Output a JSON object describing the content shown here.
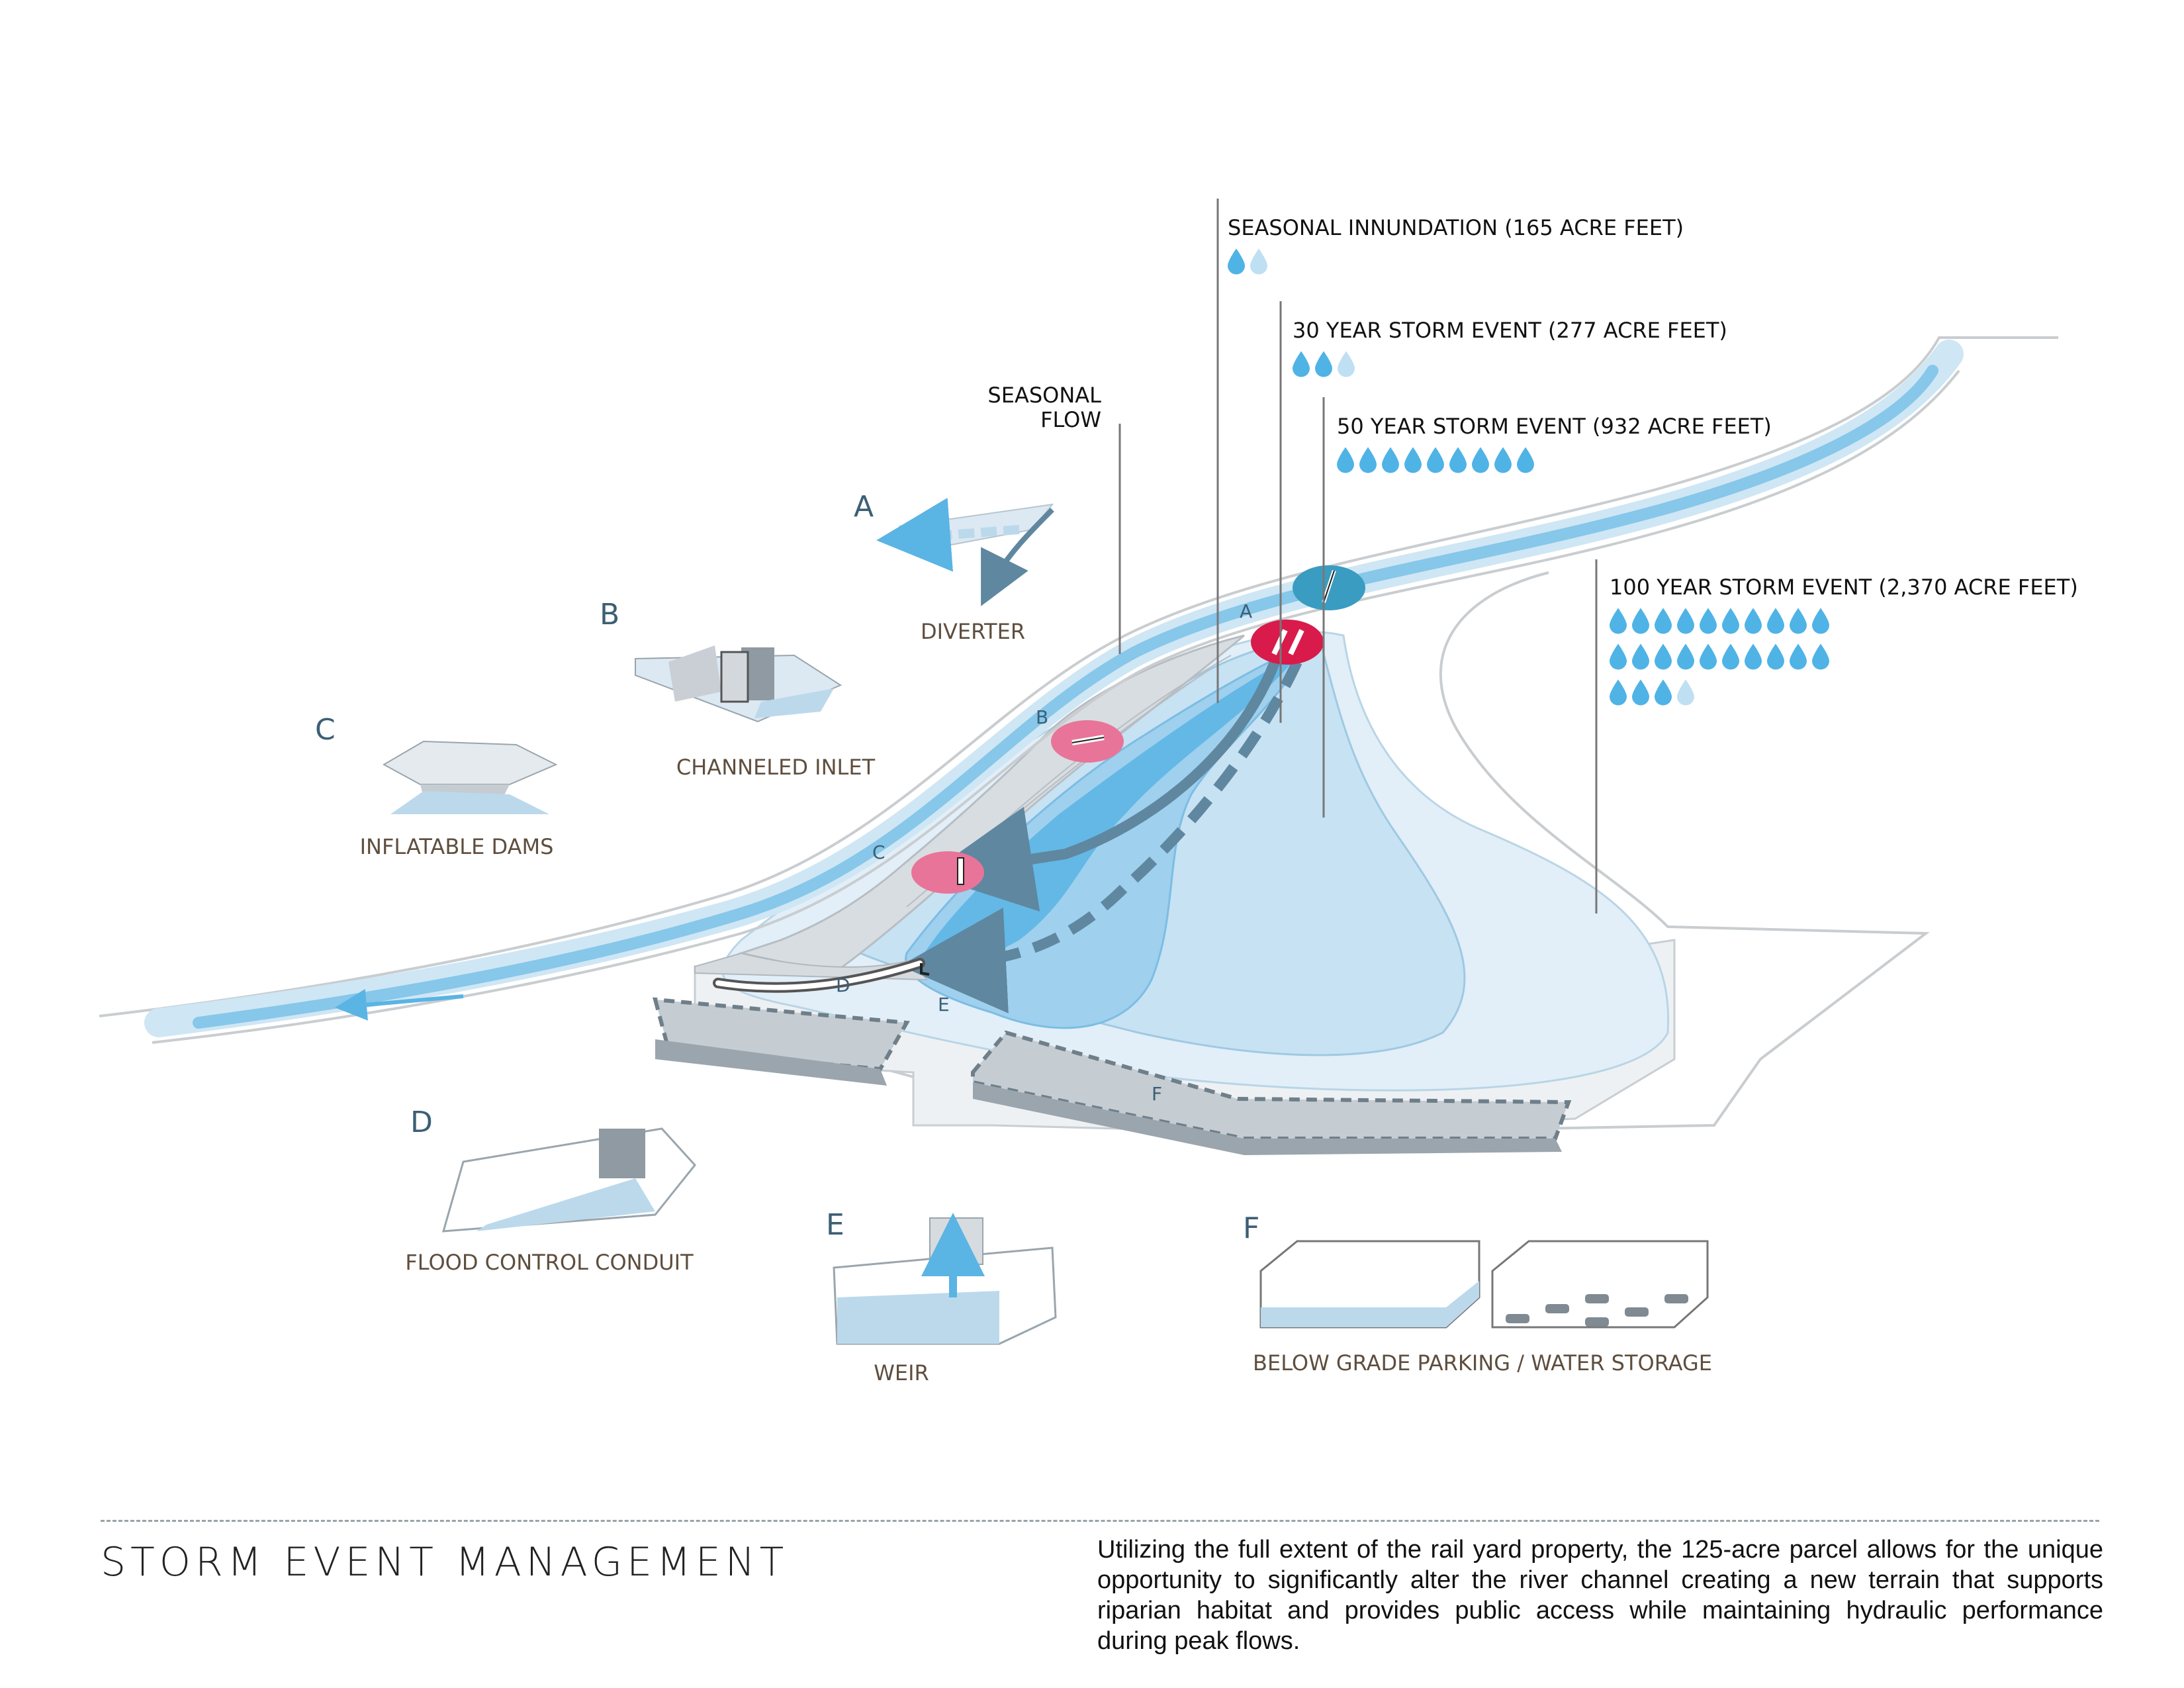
{
  "colors": {
    "water_light": "#d7eaf6",
    "water_mid": "#9fd0ee",
    "water_dark": "#5ab4e4",
    "arrow": "#5f87a0",
    "pink": "#e8749a",
    "red": "#d81b4a",
    "teal": "#3a9cc0",
    "letter": "#3c5f74",
    "label_brown": "#5e4e3e",
    "drop_blue": "#4fb3e6",
    "drop_pale": "#bfe0f2"
  },
  "legend": [
    {
      "id": "seasonal_innundation",
      "text": "SEASONAL INNUNDATION (165 ACRE FEET)",
      "drops": 2,
      "pale_last": true
    },
    {
      "id": "storm30",
      "text": "30 YEAR STORM EVENT (277 ACRE FEET)",
      "drops": 3,
      "pale_last": true
    },
    {
      "id": "storm50",
      "text": "50 YEAR STORM EVENT (932 ACRE FEET)",
      "drops": 9,
      "pale_last": false
    },
    {
      "id": "storm100",
      "text": "100 YEAR STORM EVENT (2,370 ACRE FEET)",
      "drops": 24,
      "pale_last": true
    }
  ],
  "seasonal_flow": {
    "line1": "SEASONAL",
    "line2": "FLOW"
  },
  "components": {
    "A": {
      "letter": "A",
      "label": "DIVERTER"
    },
    "B": {
      "letter": "B",
      "label": "CHANNELED INLET"
    },
    "C": {
      "letter": "C",
      "label": "INFLATABLE DAMS"
    },
    "D": {
      "letter": "D",
      "label": "FLOOD CONTROL CONDUIT"
    },
    "E": {
      "letter": "E",
      "label": "WEIR"
    },
    "F": {
      "letter": "F",
      "label": "BELOW GRADE PARKING / WATER STORAGE"
    }
  },
  "map_markers": {
    "A": "A",
    "B": "B",
    "C": "C",
    "D": "D",
    "E": "E",
    "F": "F"
  },
  "caption": {
    "title": "STORM EVENT MANAGEMENT",
    "body": "Utilizing the full extent of the rail yard property, the 125-acre parcel allows for the unique opportunity to significantly alter the river channel creating a new terrain that supports riparian habitat and provides public access while maintaining hydraulic performance during peak flows."
  }
}
